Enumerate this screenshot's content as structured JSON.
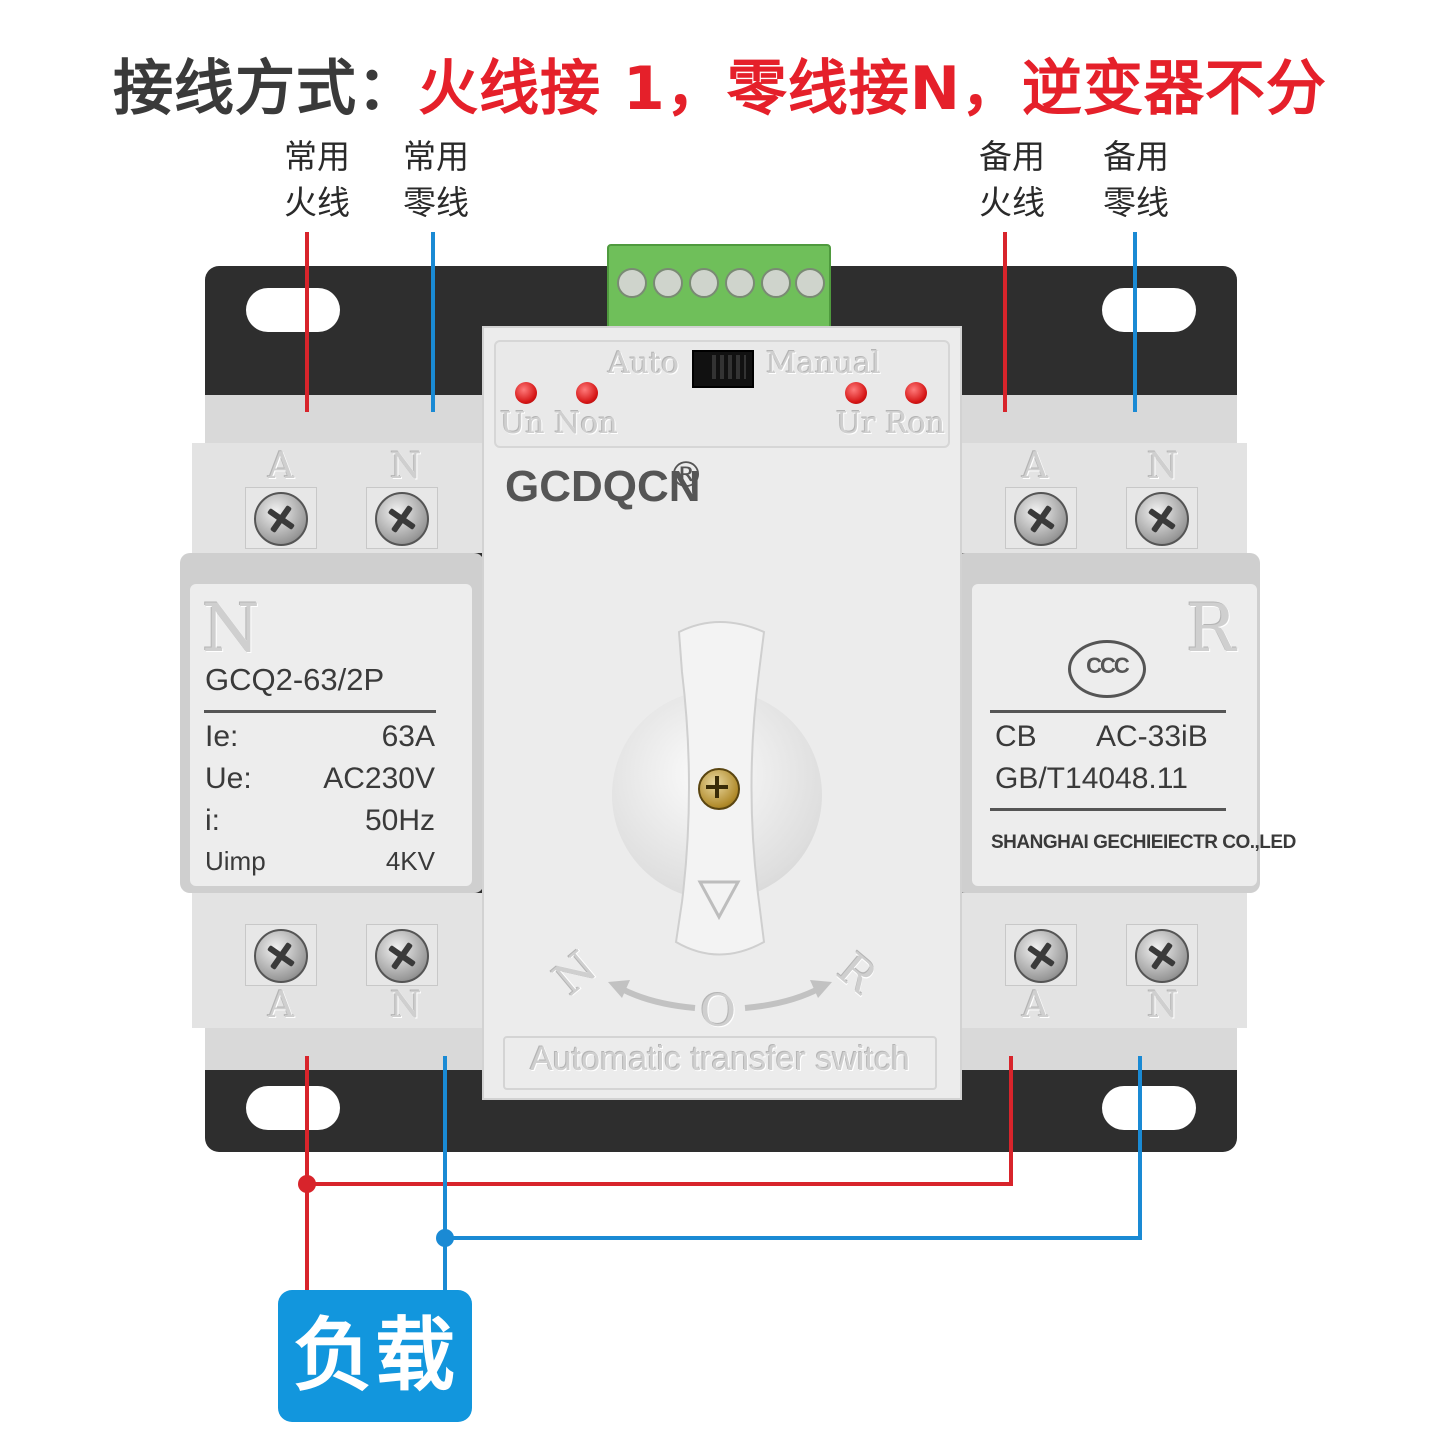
{
  "title": {
    "prefix": "接线方式：",
    "highlight": "火线接 1，零线接N，逆变器不分"
  },
  "wire_labels": {
    "common_live": [
      "常用",
      "火线"
    ],
    "common_neutral": [
      "常用",
      "零线"
    ],
    "backup_live": [
      "备用",
      "火线"
    ],
    "backup_neutral": [
      "备用",
      "零线"
    ]
  },
  "device": {
    "indicator_auto": "Auto",
    "indicator_manual": "Manual",
    "led_left": "Un Non",
    "led_right": "Ur Ron",
    "brand": "GCDQCN",
    "registered_mark": "®",
    "dial_n": "N",
    "dial_o": "O",
    "dial_r": "R",
    "bottom_emboss": "Automatic transfer switch",
    "terminal_a": "A",
    "terminal_n": "N",
    "left_panel": {
      "letter": "N",
      "model": "GCQ2-63/2P",
      "specs": [
        {
          "k": "Ie:",
          "v": "63A"
        },
        {
          "k": "Ue:",
          "v": "AC230V"
        },
        {
          "k": "i:",
          "v": "50Hz"
        },
        {
          "k": "Uimp",
          "v": "4KV"
        }
      ]
    },
    "right_panel": {
      "letter": "R",
      "cert_mark": "CCC",
      "cb": "CB",
      "cb_value": "AC-33iB",
      "standard": "GB/T14048.11",
      "maker": "SHANGHAI GECHIEIECTR CO.,LED"
    }
  },
  "load_label": "负载",
  "colors": {
    "live": "#d8242b",
    "neutral": "#1a8ad4",
    "title_red": "#e5202a",
    "load_blue": "#1296dd"
  }
}
